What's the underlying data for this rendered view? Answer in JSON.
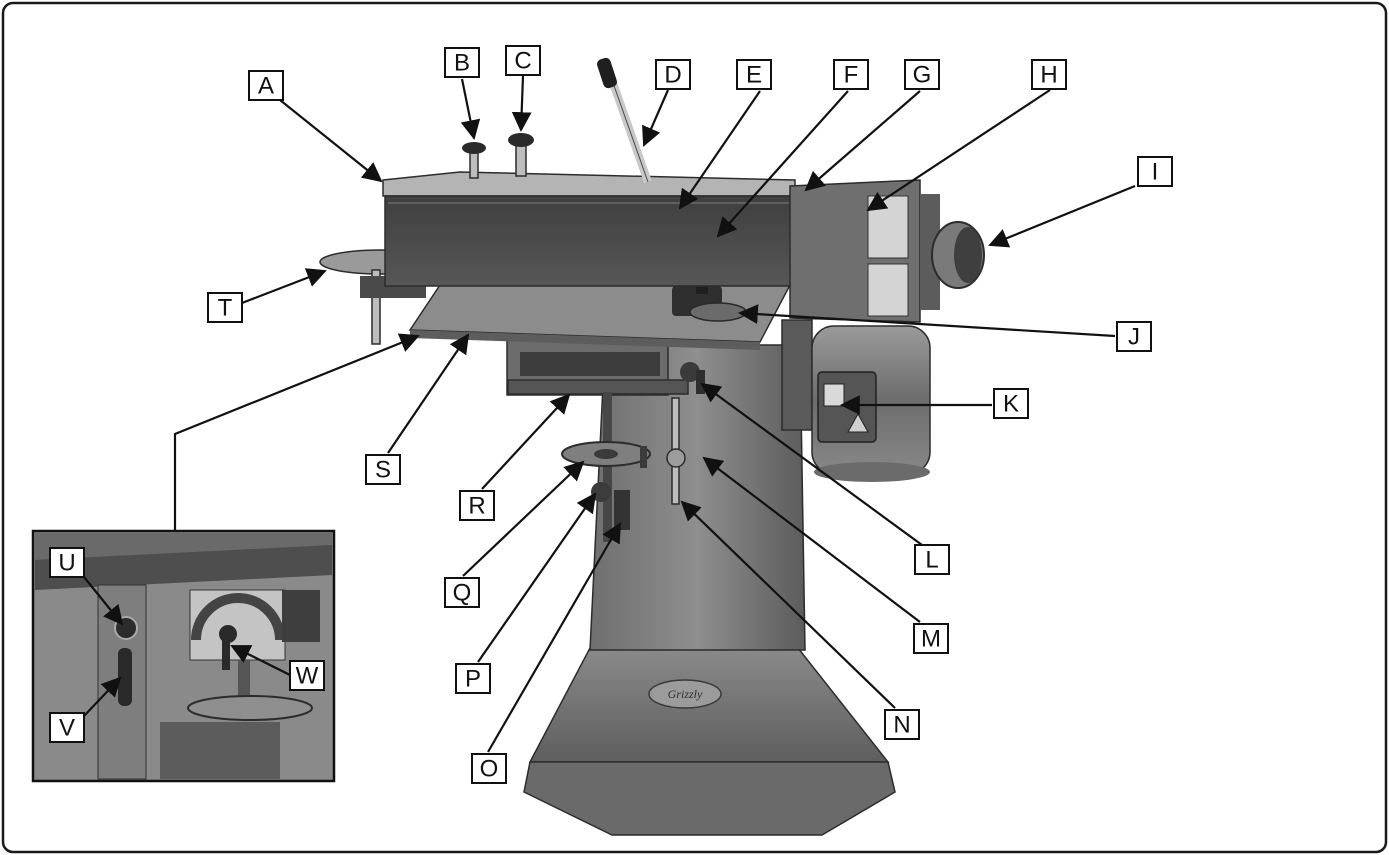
{
  "figure": {
    "callouts": [
      "A",
      "B",
      "C",
      "D",
      "E",
      "F",
      "G",
      "H",
      "I",
      "J",
      "K",
      "L",
      "M",
      "N",
      "O",
      "P",
      "Q",
      "R",
      "S",
      "T",
      "U",
      "V",
      "W"
    ],
    "logo_text": "Grizzly"
  },
  "colors": {
    "frame": "#1a1a1a",
    "machine_dark": "#4e4e4e",
    "machine_mid": "#7a7a7a",
    "machine_light": "#a9a9a9"
  }
}
